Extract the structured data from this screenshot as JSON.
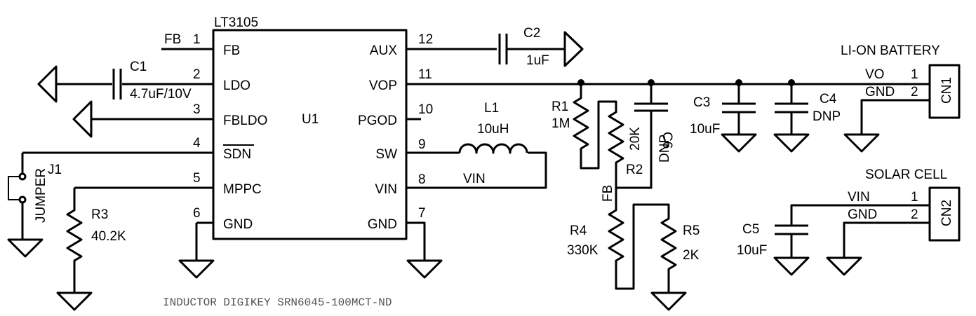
{
  "ic": {
    "part": "LT3105",
    "ref": "U1",
    "pins_left": [
      {
        "num": "1",
        "name": "FB"
      },
      {
        "num": "2",
        "name": "LDO"
      },
      {
        "num": "3",
        "name": "FBLDO"
      },
      {
        "num": "4",
        "name": "SDN"
      },
      {
        "num": "5",
        "name": "MPPC"
      },
      {
        "num": "6",
        "name": "GND"
      }
    ],
    "pins_right": [
      {
        "num": "12",
        "name": "AUX"
      },
      {
        "num": "11",
        "name": "VOP"
      },
      {
        "num": "10",
        "name": "PGOD"
      },
      {
        "num": "9",
        "name": "SW"
      },
      {
        "num": "8",
        "name": "VIN"
      },
      {
        "num": "7",
        "name": "GND"
      }
    ]
  },
  "nets": {
    "fb_left": "FB",
    "vin_sw": "VIN",
    "fb_divider": "FB"
  },
  "components": {
    "c1": {
      "ref": "C1",
      "value": "4.7uF/10V"
    },
    "c2": {
      "ref": "C2",
      "value": "1uF"
    },
    "l1": {
      "ref": "L1",
      "value": "10uH"
    },
    "r1": {
      "ref": "R1",
      "value": "1M"
    },
    "r2": {
      "ref": "R2",
      "value": "20K"
    },
    "c6": {
      "ref": "C6",
      "value": "DNP"
    },
    "c3": {
      "ref": "C3",
      "value": "10uF"
    },
    "c4": {
      "ref": "C4",
      "value": "DNP"
    },
    "r3": {
      "ref": "R3",
      "value": "40.2K"
    },
    "r4": {
      "ref": "R4",
      "value": "330K"
    },
    "r5": {
      "ref": "R5",
      "value": "2K"
    },
    "c5": {
      "ref": "C5",
      "value": "10uF"
    },
    "j1": {
      "ref": "J1",
      "value": "JUMPER"
    }
  },
  "connectors": {
    "cn1": {
      "ref": "CN1",
      "title": "LI-ON BATTERY",
      "pins": [
        {
          "num": "1",
          "name": "VO"
        },
        {
          "num": "2",
          "name": "GND"
        }
      ]
    },
    "cn2": {
      "ref": "CN2",
      "title": "SOLAR CELL",
      "pins": [
        {
          "num": "1",
          "name": "VIN"
        },
        {
          "num": "2",
          "name": "GND"
        }
      ]
    }
  },
  "note": "INDUCTOR DIGIKEY SRN6045-100MCT-ND"
}
